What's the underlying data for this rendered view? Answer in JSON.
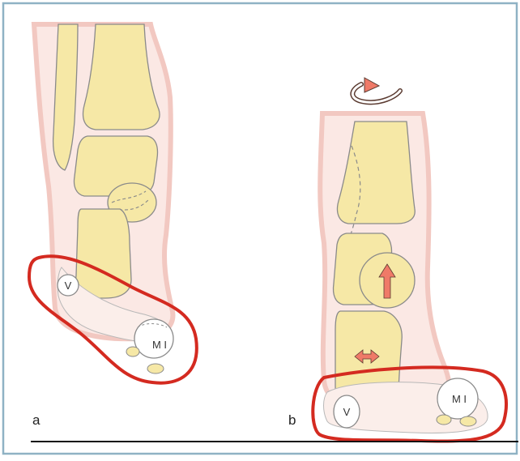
{
  "figure": {
    "panels": [
      {
        "id": "a",
        "label": "a",
        "bone_labels": [
          "V",
          "M I"
        ]
      },
      {
        "id": "b",
        "label": "b",
        "bone_labels": [
          "V",
          "M I"
        ]
      }
    ]
  },
  "colors": {
    "frame": "#8fb2c4",
    "bone_fill": "#f6e8a6",
    "bone_stroke": "#8a8a8a",
    "soft_tissue": "#f8d9d4",
    "highlight_outline": "#d42a20",
    "arrow": "#ef7a68",
    "ground_line": "#111111"
  },
  "icons": [
    "rotation-arrow-icon",
    "up-arrow-icon",
    "horizontal-arrow-icon"
  ]
}
